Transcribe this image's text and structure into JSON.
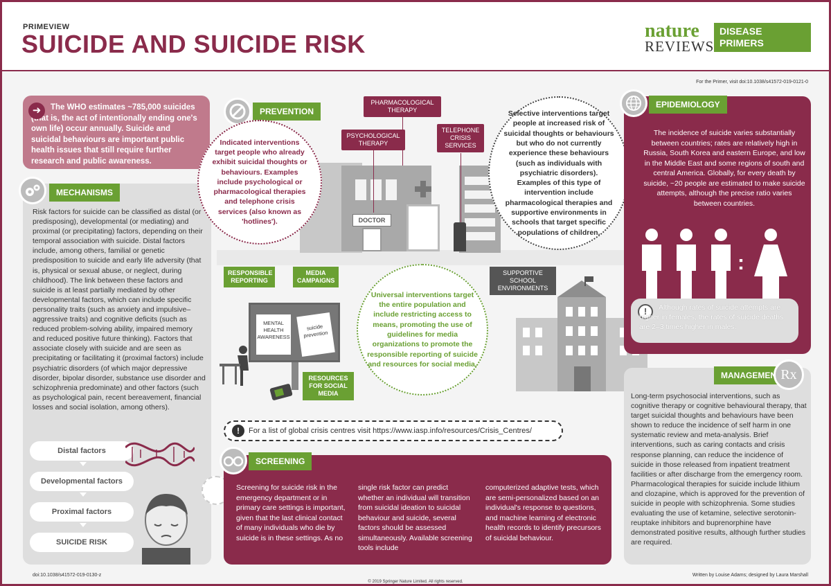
{
  "header": {
    "kicker": "PRIMEVIEW",
    "title": "SUICIDE AND SUICIDE RISK",
    "logo_nature": "nature",
    "logo_reviews": "REVIEWS",
    "logo_disease": "DISEASE",
    "logo_primers": "PRIMERS"
  },
  "doi_top": "For the Primer, visit doi:10.1038/s41572-019-0121-0",
  "intro": "The WHO estimates ~785,000 suicides (that is, the act of intentionally ending one's own life) occur annually. Suicide and suicidal behaviours are important public health issues that still require further research and public awareness.",
  "mechanisms": {
    "tag": "MECHANISMS",
    "text": "Risk factors for suicide can be classified as distal (or predisposing), developmental (or mediating) and proximal (or precipitating) factors, depending on their temporal association with suicide. Distal factors include, among others, familial or genetic predisposition to suicide and early life adversity (that is, physical or sexual abuse, or neglect, during childhood). The link between these factors and suicide is at least partially mediated by other developmental factors, which can include specific personality traits (such as anxiety and impulsive–aggressive traits) and cognitive deficits (such as reduced problem-solving ability, impaired memory and reduced positive future thinking). Factors that associate closely with suicide and are seen as precipitating or facilitating it (proximal factors) include psychiatric disorders (of which major depressive disorder, bipolar disorder, substance use disorder and schizophrenia predominate) and other factors (such as psychological pain, recent bereavement, financial losses and social isolation, among others).",
    "flow": [
      "Distal factors",
      "Developmental factors",
      "Proximal factors",
      "SUICIDE RISK"
    ]
  },
  "prevention": {
    "tag": "PREVENTION",
    "indicated": "Indicated interventions target people who already exhibit suicidal thoughts or behaviours. Examples include psychological or pharmacological therapies and telephone crisis services (also known as 'hotlines').",
    "selective": "Selective interventions target people at increased risk of suicidal thoughts or behaviours but who do not currently experience these behaviours (such as individuals with psychiatric disorders). Examples of this type of intervention include pharmacological therapies and supportive environments in schools that target specific populations of children.",
    "universal": "Universal interventions target the entire population and include restricting access to means, promoting the use of guidelines for media organizations to promote the responsible reporting of suicide and resources for social media.",
    "labels": {
      "pharma": "PHARMACOLOGICAL THERAPY",
      "psych": "PSYCHOLOGICAL THERAPY",
      "telephone": "TELEPHONE CRISIS SERVICES",
      "doctor": "DOCTOR",
      "reporting": "RESPONSIBLE REPORTING",
      "media": "MEDIA CAMPAIGNS",
      "social": "RESOURCES FOR SOCIAL MEDIA",
      "school": "SUPPORTIVE SCHOOL ENVIRONMENTS",
      "poster1": "MENTAL HEALTH AWARENESS",
      "poster2": "suicide prevention"
    },
    "crisis_link": "For a list of global crisis centres visit https://www.iasp.info/resources/Crisis_Centres/"
  },
  "epidemiology": {
    "tag": "EPIDEMIOLOGY",
    "text": "The incidence of suicide varies substantially between countries; rates are relatively high in Russia, South Korea and eastern Europe, and low in the Middle East and some regions of south and central America. Globally, for every death by suicide, ~20 people are estimated to make suicide attempts, although the precise ratio varies between countries.",
    "note": "Although rates of suicide attempts are higher in females, the rates of suicide deaths are 2–3 times higher in males.",
    "ratio_glyph": ":"
  },
  "management": {
    "tag": "MANAGEMENT",
    "rx": "Rx",
    "text": "Long-term psychosocial interventions, such as cognitive therapy or cognitive behavioural therapy, that target suicidal thoughts and behaviours have been shown to reduce the incidence of self harm in one systematic review and meta-analysis. Brief interventions, such as caring contacts and crisis response planning, can reduce the incidence of suicide in those released from inpatient treatment facilities or after discharge from the emergency room. Pharmacological therapies for suicide include lithium and clozapine, which is approved for the prevention of suicide in people with schizophrenia. Some studies evaluating the use of ketamine, selective serotonin-reuptake inhibitors and buprenorphine have demonstrated positive results, although further studies are required."
  },
  "screening": {
    "tag": "SCREENING",
    "col1": "Screening for suicide risk in the emergency department or in primary care settings is important, given that the last clinical contact of many individuals who die by suicide is in these settings. As no",
    "col2": "single risk factor can predict whether an individual will transition from suicidal ideation to suicidal behaviour and suicide, several factors should be assessed simultaneously. Available screening tools include",
    "col3": "computerized adaptive tests, which are semi-personalized based on an individual's response to questions, and machine learning of electronic health records to identify precursors of suicidal behaviour."
  },
  "footer": {
    "doi": "doi:10.1038/s41572-019-0130-z",
    "credits": "Written by Louise Adams; designed by Laura Marshall",
    "copyright": "© 2019 Springer Nature Limited. All rights reserved."
  },
  "colors": {
    "maroon": "#8a2b4b",
    "pink": "#c07a8c",
    "green": "#6aa033",
    "grey": "#dedede"
  }
}
